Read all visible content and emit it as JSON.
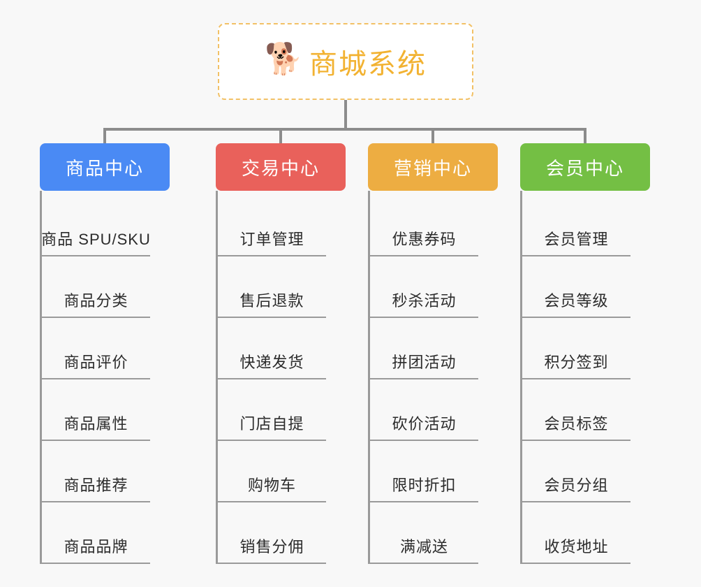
{
  "page": {
    "background_color": "#f8f8f8",
    "line_color": "#8c8c8c"
  },
  "root": {
    "icon": "shiba-dog-face-emoji",
    "emoji": "🐕",
    "title": "商城系统",
    "title_color": "#f2b231",
    "border_color": "#f2c166",
    "border_style": "dashed",
    "background": "#ffffff"
  },
  "columns": [
    {
      "title": "商品中心",
      "color": "#4a8af4",
      "items": [
        "商品 SPU/SKU",
        "商品分类",
        "商品评价",
        "商品属性",
        "商品推荐",
        "商品品牌"
      ]
    },
    {
      "title": "交易中心",
      "color": "#e9615b",
      "items": [
        "订单管理",
        "售后退款",
        "快递发货",
        "门店自提",
        "购物车",
        "销售分佣"
      ]
    },
    {
      "title": "营销中心",
      "color": "#edad42",
      "items": [
        "优惠券码",
        "秒杀活动",
        "拼团活动",
        "砍价活动",
        "限时折扣",
        "满减送"
      ]
    },
    {
      "title": "会员中心",
      "color": "#74bf44",
      "items": [
        "会员管理",
        "会员等级",
        "积分签到",
        "会员标签",
        "会员分组",
        "收货地址"
      ]
    }
  ]
}
